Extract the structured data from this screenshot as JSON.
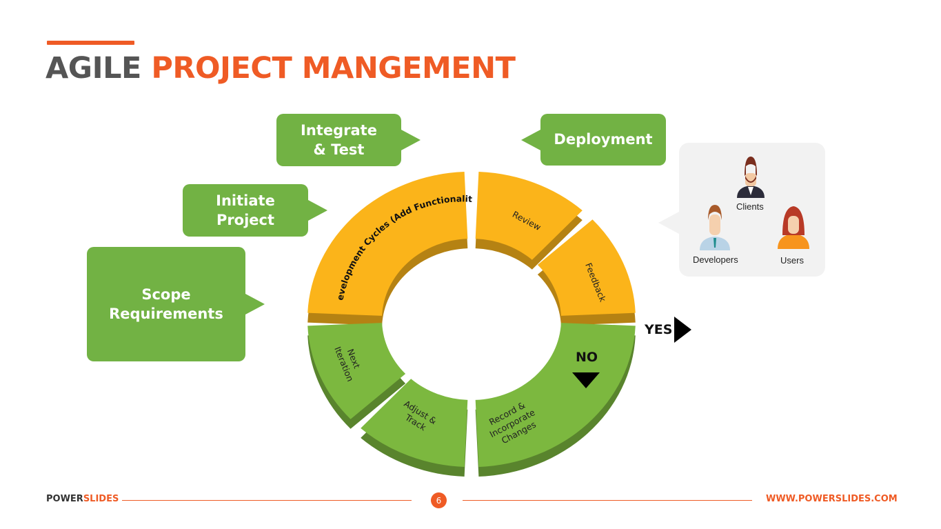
{
  "header": {
    "title_part1": "AGILE",
    "title_part2": "PROJECT MANGEMENT"
  },
  "callouts": {
    "scope": "Scope\nRequirements",
    "initiate": "Initiate\nProject",
    "integrate": "Integrate\n& Test",
    "deployment": "Deployment"
  },
  "cycle": {
    "segments": [
      {
        "label": "Development Cycles (Add Functionality)",
        "color": "#fbb41a"
      },
      {
        "label": "Review",
        "color": "#fbb41a"
      },
      {
        "label": "Feedback",
        "color": "#fbb41a"
      },
      {
        "label": "Record & Incorporate Changes",
        "color": "#7cb83f"
      },
      {
        "label": "Adjust & Track",
        "color": "#7cb83f"
      },
      {
        "label": "Next Iteration",
        "color": "#7cb83f"
      }
    ],
    "yes_label": "YES",
    "no_label": "NO"
  },
  "people": {
    "clients": "Clients",
    "developers": "Developers",
    "users": "Users"
  },
  "footer": {
    "brand_part1": "POWER",
    "brand_part2": "SLIDES",
    "page": "6",
    "website": "WWW.POWERSLIDES.COM"
  },
  "colors": {
    "accent": "#ef5b25",
    "green": "#72b244",
    "yellow": "#fbb41a",
    "dark_gray": "#555555"
  }
}
